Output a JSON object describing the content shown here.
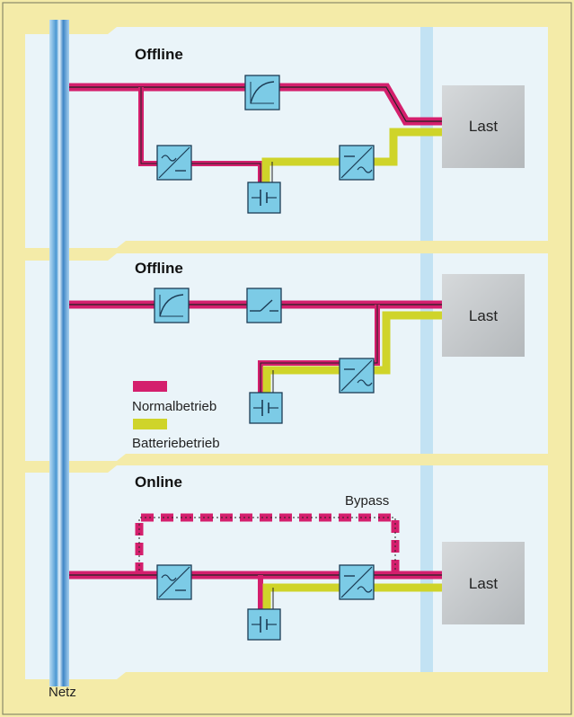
{
  "panels": [
    {
      "title": "Offline",
      "load_label": "Last"
    },
    {
      "title": "Offline",
      "load_label": "Last"
    },
    {
      "title": "Online",
      "load_label": "Last",
      "bypass_label": "Bypass"
    }
  ],
  "legend": {
    "normal": "Normalbetrieb",
    "battery": "Batteriebetrieb"
  },
  "grid_label": "Netz",
  "colors": {
    "normal_path": "#d41f6d",
    "battery_path": "#cfd42a",
    "block_fill": "#7ccbe6",
    "panel_bg": "#eaf4f9",
    "background": "#f4eba8",
    "load_box": "#c9ccce",
    "grid_bus": "#3f8fcf"
  },
  "icons": [
    "filter-icon",
    "rectifier-icon",
    "inverter-icon",
    "battery-icon",
    "switch-icon"
  ]
}
